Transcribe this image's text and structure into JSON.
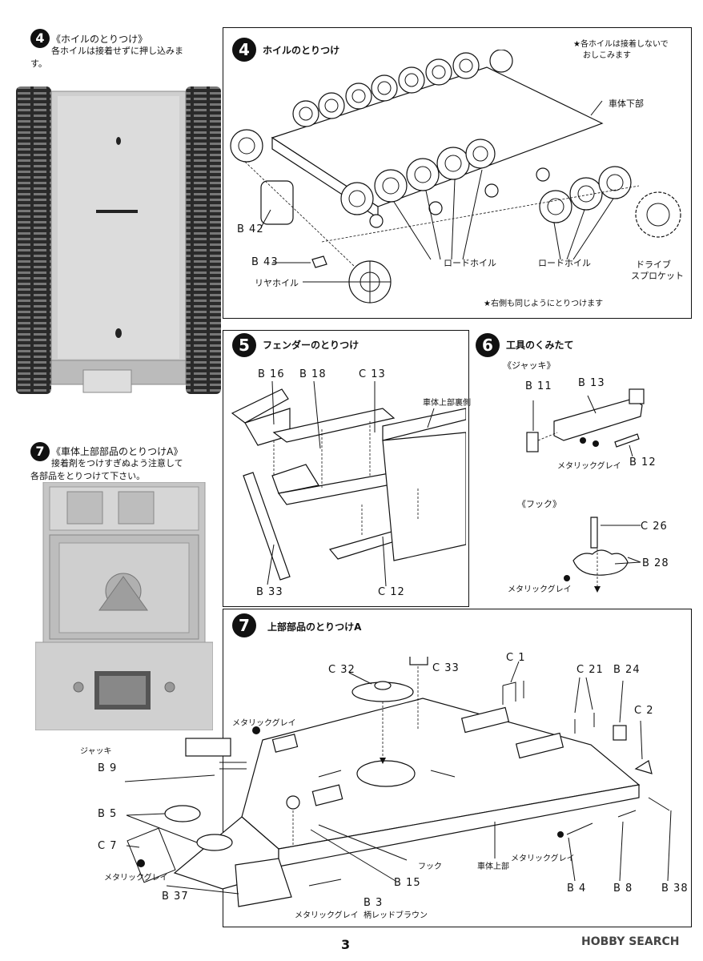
{
  "left": {
    "step4_num": "4",
    "step4_title": "《ホイルのとりつけ》",
    "step4_note1": "各ホイルは接着せずに押し込みま",
    "step4_note2": "す。",
    "step7_num": "7",
    "step7_title": "《車体上部部品のとりつけA》",
    "step7_note1": "接着剤をつけすぎぬよう注意して",
    "step7_note2": "各部品をとりつけて下さい。"
  },
  "step4": {
    "num": "4",
    "title": "ホイルのとりつけ",
    "note1": "★各ホイルは接着しないで",
    "note2": "おしこみます",
    "lower_hull": "車体下部",
    "b42": "B 42",
    "b43": "B 43",
    "rear_wheel": "リヤホイル",
    "road_wheel_1": "ロードホイル",
    "road_wheel_2": "ロードホイル",
    "drive_sprocket_1": "ドライブ",
    "drive_sprocket_2": "スプロケット",
    "right_side": "★右側も同じようにとりつけます"
  },
  "step5": {
    "num": "5",
    "title": "フェンダーのとりつけ",
    "b16": "B 16",
    "b18": "B 18",
    "c13": "C 13",
    "upper_hull_underside": "車体上部裏側",
    "b33": "B 33",
    "c12": "C 12"
  },
  "step6": {
    "num": "6",
    "title": "工具のくみたて",
    "jack_caption": "《ジャッキ》",
    "b11": "B 11",
    "b13": "B 13",
    "metallic_gray_1": "メタリックグレイ",
    "b12": "B 12",
    "hook_caption": "《フック》",
    "c26": "C 26",
    "b28": "B 28",
    "metallic_gray_2": "メタリックグレイ"
  },
  "step7": {
    "num": "7",
    "title": "上部部品のとりつけA",
    "c32": "C 32",
    "c33": "C 33",
    "c1": "C 1",
    "c21": "C 21",
    "b24": "B 24",
    "c2": "C 2",
    "metallic_gray_top": "メタリックグレイ",
    "jack": "ジャッキ",
    "b9": "B 9",
    "b5": "B 5",
    "c7": "C 7",
    "metallic_gray_left": "メタリックグレイ",
    "b37": "B 37",
    "hook": "フック",
    "upper_hull": "車体上部",
    "metallic_gray_right": "メタリックグレイ",
    "b15": "B 15",
    "b3": "B 3",
    "metallic_gray_bottom": "メタリックグレイ",
    "handle_red_brown": "柄レッドブラウン",
    "b4": "B 4",
    "b8": "B 8",
    "b38": "B 38"
  },
  "page_number": "3",
  "watermark": "HOBBY SEARCH"
}
